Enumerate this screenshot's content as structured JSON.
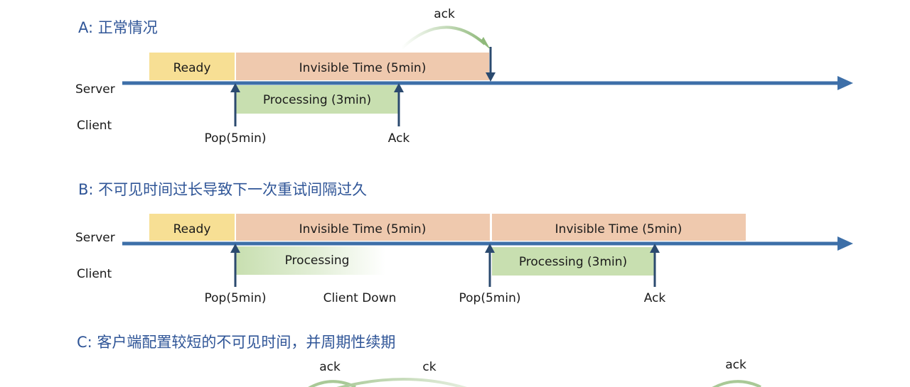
{
  "sections": {
    "a": {
      "title": "A: 正常情况",
      "server_label": "Server",
      "client_label": "Client",
      "ready_label": "Ready",
      "invisible_label": "Invisible Time (5min)",
      "processing_label": "Processing (3min)",
      "pop_label": "Pop(5min)",
      "ack_label": "Ack",
      "ack_arc_label": "ack"
    },
    "b": {
      "title": "B: 不可见时间过长导致下一次重试间隔过久",
      "server_label": "Server",
      "client_label": "Client",
      "ready_label": "Ready",
      "invisible_label_1": "Invisible Time (5min)",
      "invisible_label_2": "Invisible Time (5min)",
      "processing_label_1": "Processing",
      "processing_label_2": "Processing (3min)",
      "pop_label_1": "Pop(5min)",
      "client_down_label": "Client Down",
      "pop_label_2": "Pop(5min)",
      "ack_label": "Ack"
    },
    "c": {
      "title": "C: 客户端配置较短的不可见时间，并周期性续期",
      "ack_label_1": "ack",
      "ack_label_2": "ck",
      "ack_label_3": "ack"
    }
  },
  "colors": {
    "axis": "#3d6fa8",
    "ready": "#f7df94",
    "invisible": "#efc9ae",
    "processing": "#c8dfb0",
    "arc": "#9dc08b",
    "title": "#2f5597"
  }
}
